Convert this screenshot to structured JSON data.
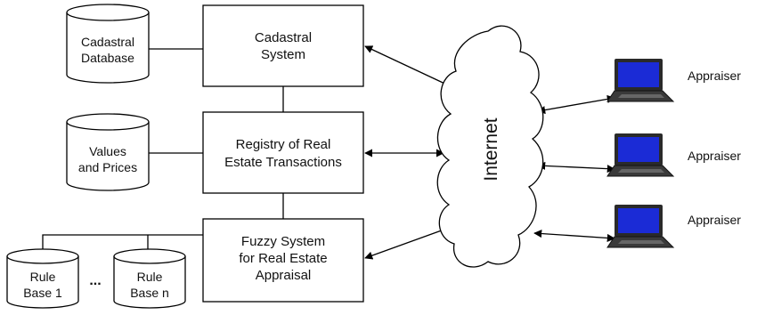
{
  "databases": {
    "cadastral": [
      "Cadastral",
      "Database"
    ],
    "values": [
      "Values",
      "and Prices"
    ],
    "rule1": [
      "Rule",
      "Base 1"
    ],
    "rulen": [
      "Rule",
      "Base n"
    ],
    "ellipsis": "..."
  },
  "systems": {
    "cadastral": [
      "Cadastral",
      "System"
    ],
    "registry": [
      "Registry of Real",
      "Estate Transactions"
    ],
    "fuzzy": [
      "Fuzzy System",
      "for Real Estate",
      "Appraisal"
    ]
  },
  "cloud": {
    "label": "Internet"
  },
  "appraisers": [
    "Appraiser",
    "Appraiser",
    "Appraiser"
  ],
  "colors": {
    "stroke": "#000000",
    "cloud_fill": "#ffffff",
    "screen": "#1b2bd6",
    "laptop_body": "#2a2a2a"
  }
}
